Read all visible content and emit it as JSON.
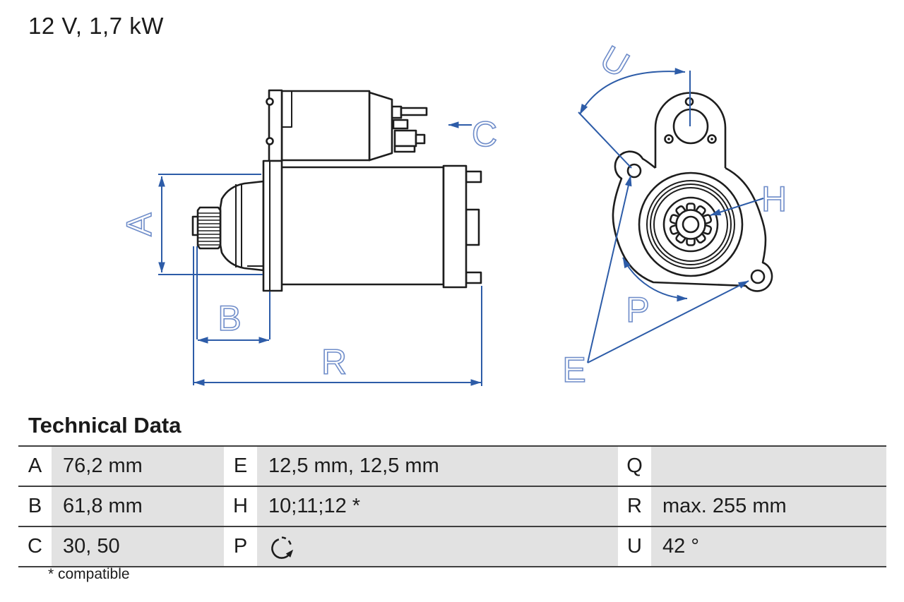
{
  "title": "12 V, 1,7 kW",
  "drawing": {
    "labels": {
      "a": "A",
      "b": "B",
      "c": "C",
      "r": "R",
      "u": "U",
      "h": "H",
      "p": "P",
      "e": "E"
    },
    "colors": {
      "line_black": "#1d1d1d",
      "dimension_blue": "#2d5ca8",
      "label_blue": "#6e8cc9"
    }
  },
  "table": {
    "heading": "Technical Data",
    "rows": [
      [
        {
          "key": "A",
          "value": "76,2 mm"
        },
        {
          "key": "E",
          "value": "12,5 mm, 12,5 mm"
        },
        {
          "key": "Q",
          "value": ""
        }
      ],
      [
        {
          "key": "B",
          "value": "61,8 mm"
        },
        {
          "key": "H",
          "value": "10;11;12 *"
        },
        {
          "key": "R",
          "value": "max. 255 mm"
        }
      ],
      [
        {
          "key": "C",
          "value": "30, 50"
        },
        {
          "key": "P",
          "value": "",
          "icon": "rotation-cw-icon"
        },
        {
          "key": "U",
          "value": "42 °"
        }
      ]
    ],
    "footnote": "* compatible"
  }
}
